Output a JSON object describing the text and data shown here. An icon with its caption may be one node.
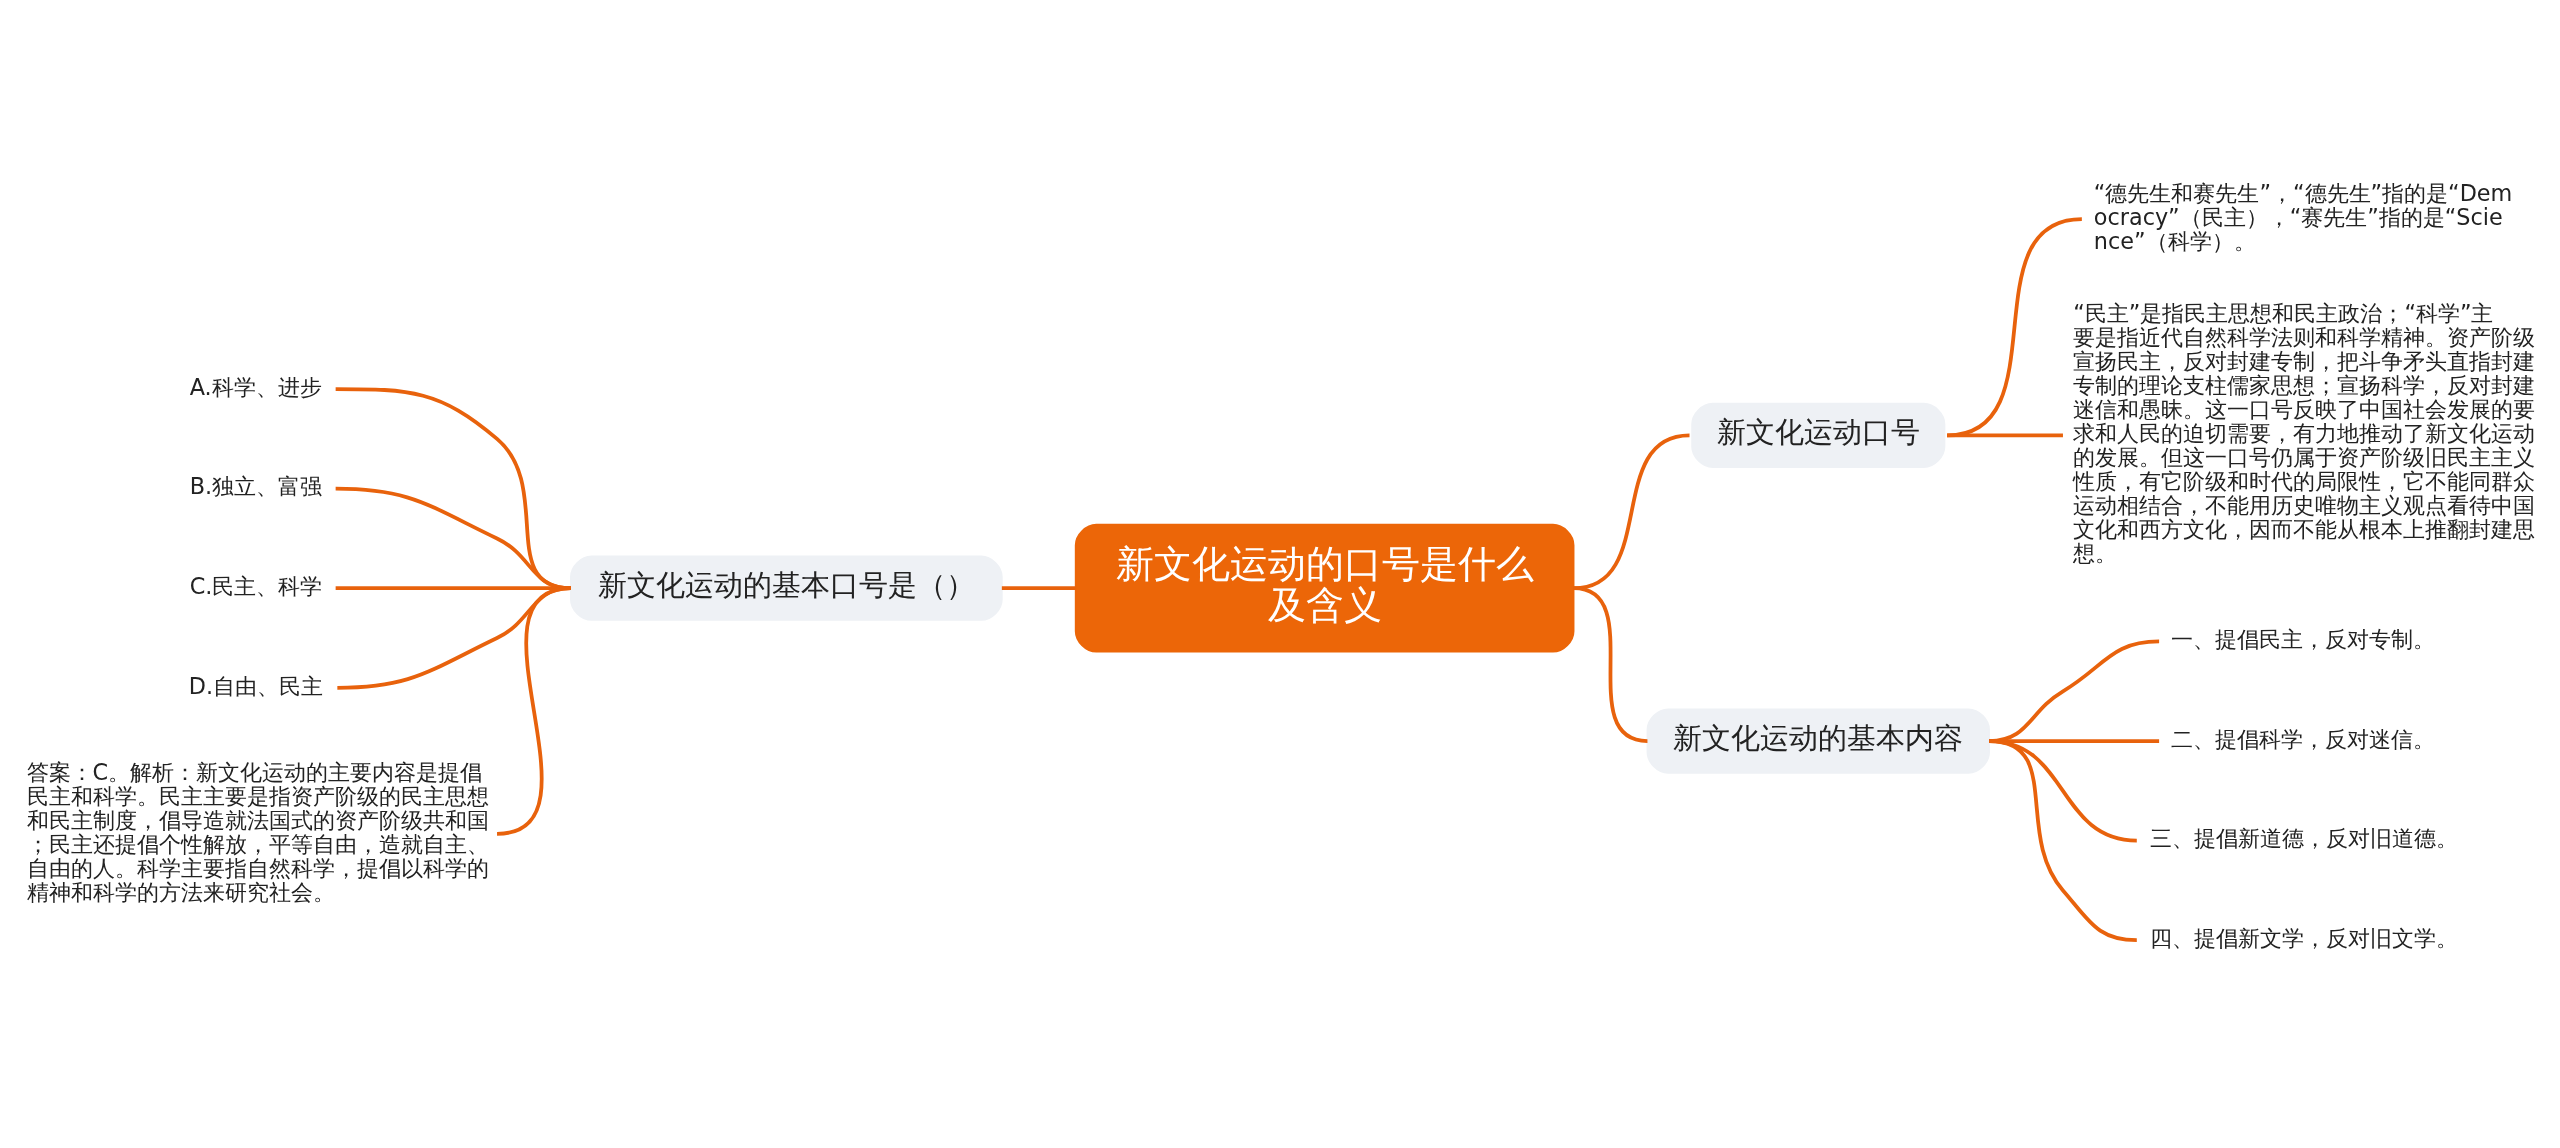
{
  "diagram": {
    "nodes": [
      {
        "text": [
          "新文化运动的口号是什么及含义"
        ]
      },
      {
        "text": [
          "新文化运动的基本口号是（）"
        ]
      },
      {
        "text": [
          "A.科学、进步"
        ]
      },
      {
        "text": [
          "B.独立、富强"
        ]
      },
      {
        "text": [
          "C.民主、科学"
        ]
      },
      {
        "text": [
          "D.自由、民主"
        ]
      },
      {
        "text": [
          "答案：C。解析：新文化运动的主要内容是提倡民主和科学。民主主要是指资产阶级的民主思想和民主制度，倡导造就法国式的资产阶级共和国；民主还提倡个性解放，平等自由，造就自主、自由的人。科学主要指自然科学，提倡以科学的精神和科学的方法来研究社会。"
        ]
      },
      {
        "text": [
          "新文化运动口号"
        ]
      },
      {
        "text": [
          "“德先生和赛先生”，“德先生”指的是“Democracy”（民主），“赛先生”指的是“Science”（科学）。"
        ]
      },
      {
        "text": [
          "“民主”是指民主思想和民主政治；“科学”主要是指近代自然科学法则和科学精神。资产阶级宣扬民主，反对封建专制，把斗争矛头直指封建专制的理论支柱儒家思想；宣扬科学，反对封建迷信和愚昧。这一口号反映了中国社会发展的要求和人民的迫切需要，有力地推动了新文化运动的发展。但这一口号仍属于资产阶级旧民主主义性质，有它阶级和时代的局限性，它不能同群众运动相结合，不能用历史唯物主义观点看待中国文化和西方文化，因而不能从根本上推翻封建思想。"
        ]
      },
      {
        "text": [
          "新文化运动的基本内容"
        ]
      },
      {
        "text": [
          "一、提倡民主，反对专制。"
        ]
      },
      {
        "text": [
          "二、提倡科学，反对迷信。"
        ]
      },
      {
        "text": [
          "三、提倡新道德，反对旧道德。"
        ]
      },
      {
        "text": [
          "四、提倡新文学，反对旧文学。"
        ]
      }
    ],
    "edges": [
      {
        "from": 0,
        "to": 1,
        "arrow": "none"
      },
      {
        "from": 1,
        "to": 2,
        "arrow": "none"
      },
      {
        "from": 1,
        "to": 3,
        "arrow": "none"
      },
      {
        "from": 1,
        "to": 4,
        "arrow": "none"
      },
      {
        "from": 1,
        "to": 5,
        "arrow": "none"
      },
      {
        "from": 1,
        "to": 6,
        "arrow": "none"
      },
      {
        "from": 0,
        "to": 7,
        "arrow": "none"
      },
      {
        "from": 7,
        "to": 8,
        "arrow": "none"
      },
      {
        "from": 7,
        "to": 9,
        "arrow": "none"
      },
      {
        "from": 0,
        "to": 10,
        "arrow": "none"
      },
      {
        "from": 10,
        "to": 11,
        "arrow": "none"
      },
      {
        "from": 10,
        "to": 12,
        "arrow": "none"
      },
      {
        "from": 10,
        "to": 13,
        "arrow": "none"
      },
      {
        "from": 10,
        "to": 14,
        "arrow": "none"
      }
    ]
  }
}
